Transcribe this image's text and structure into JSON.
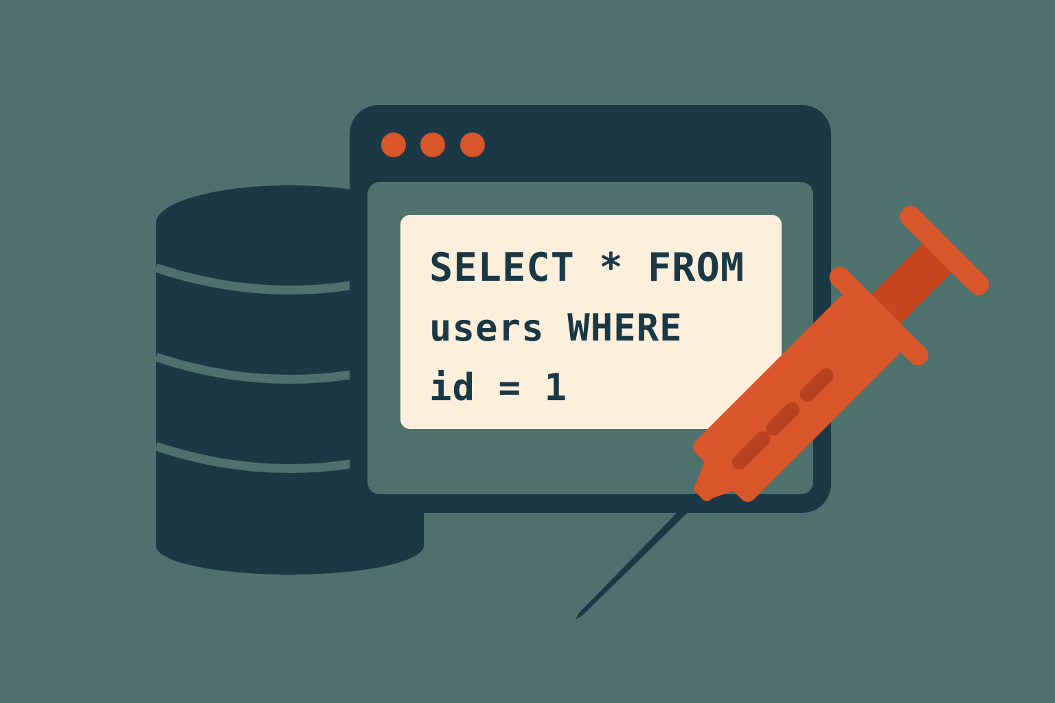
{
  "colors": {
    "background": "#4f716d",
    "dark": "#1b3845",
    "panel": "#fcf0dd",
    "accent": "#d9562b"
  },
  "icons": {
    "database": "database-icon",
    "window": "browser-window-icon",
    "syringe": "syringe-icon"
  },
  "window": {
    "buttons": [
      "dot",
      "dot",
      "dot"
    ]
  },
  "code": {
    "lines": [
      "SELECT * FROM",
      "users WHERE",
      "id = 1"
    ]
  }
}
